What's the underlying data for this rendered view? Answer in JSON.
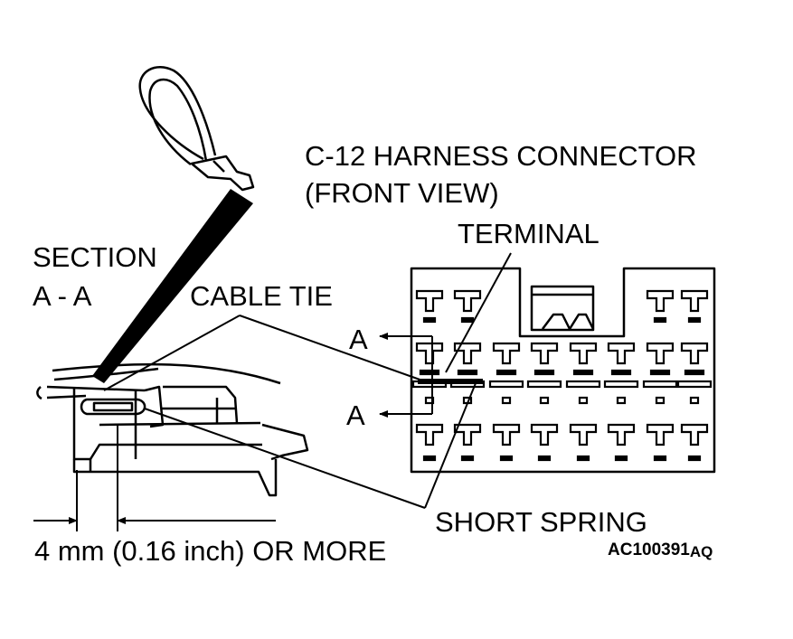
{
  "labels": {
    "connector_line1": "C-12 HARNESS CONNECTOR",
    "connector_line2": "(FRONT VIEW)",
    "terminal": "TERMINAL",
    "section_line1": "SECTION",
    "section_line2": "A - A",
    "cable_tie": "CABLE TIE",
    "section_mark_top": "A",
    "section_mark_bottom": "A",
    "short_spring": "SHORT SPRING",
    "measurement": "4 mm (0.16 inch) OR MORE",
    "figure_code_main": "AC100391",
    "figure_code_suffix": "AQ"
  },
  "colors": {
    "ink": "#000000",
    "paper": "#ffffff"
  }
}
